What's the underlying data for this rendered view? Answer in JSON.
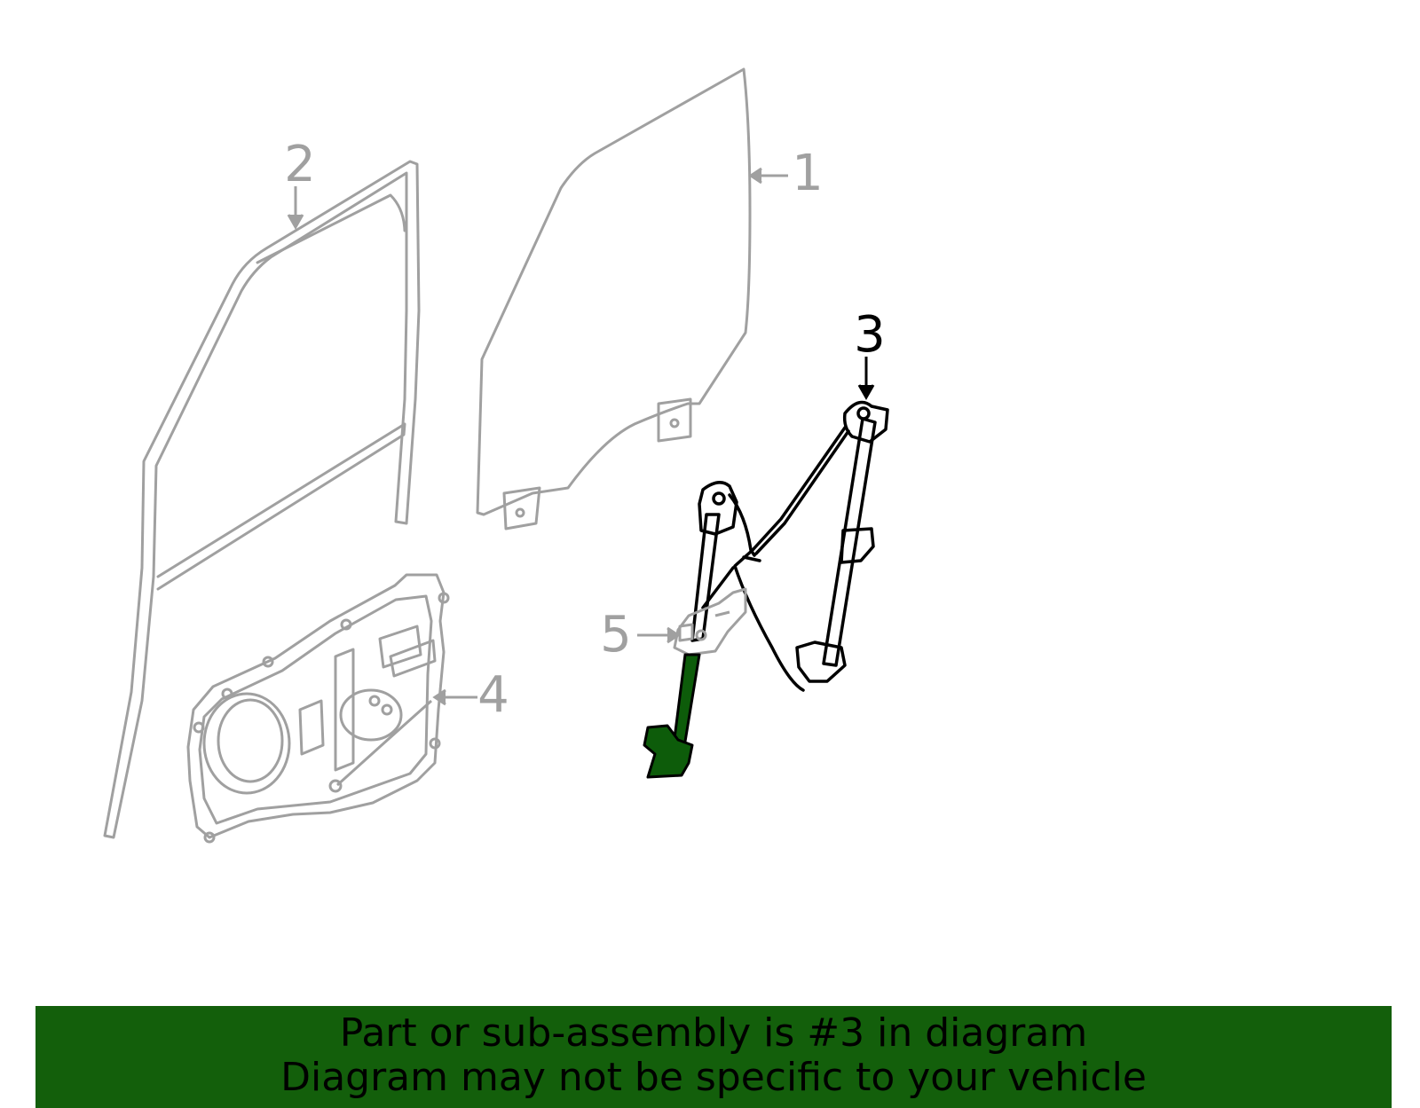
{
  "callouts": {
    "part_1": "1",
    "part_2": "2",
    "part_3": "3",
    "part_4": "4",
    "part_5": "5"
  },
  "colors": {
    "faded_part": "#a0a0a0",
    "highlight_part": "#000000",
    "motor_fill": "#0d5c0a",
    "banner_bg": "#135f0b"
  },
  "banner": {
    "line1": "Part or sub-assembly is #3 in diagram",
    "line2": "Diagram may not be specific to your vehicle"
  }
}
